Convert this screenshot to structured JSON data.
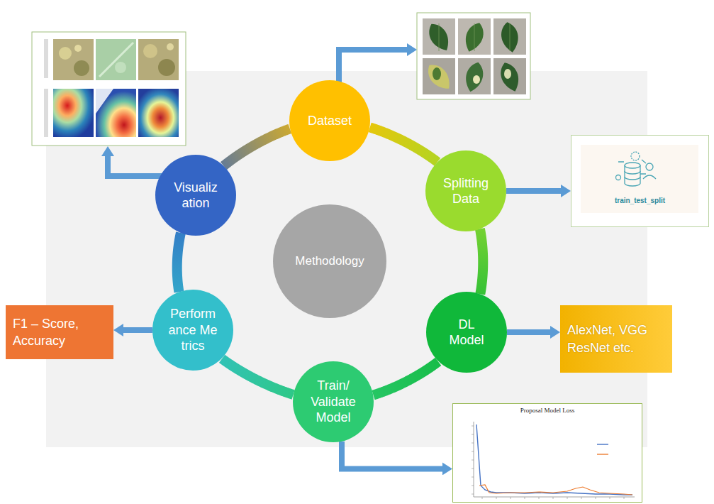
{
  "diagram": {
    "nodes": [
      {
        "text": [
          "Dataset"
        ]
      },
      {
        "text": [
          "Splitting Data"
        ]
      },
      {
        "text": [
          "DL Model"
        ]
      },
      {
        "text": [
          "Train/ Validate Model"
        ]
      },
      {
        "text": [
          "Performance Metrics"
        ]
      },
      {
        "text": [
          "Visualization"
        ]
      },
      {
        "text": [
          "Methodology"
        ]
      },
      {
        "text": [
          "train_test_split"
        ]
      },
      {
        "text": [
          "AlexNet, VGG ResNet etc."
        ]
      },
      {
        "text": [
          "F1 – Score, Accuracy"
        ]
      },
      {
        "text": [
          "Proposal Model Loss"
        ]
      }
    ],
    "edges": [
      {
        "from": 0,
        "to": 1,
        "arrow": "none"
      },
      {
        "from": 1,
        "to": 2,
        "arrow": "none"
      },
      {
        "from": 2,
        "to": 3,
        "arrow": "none"
      },
      {
        "from": 3,
        "to": 4,
        "arrow": "none"
      },
      {
        "from": 4,
        "to": 5,
        "arrow": "none"
      },
      {
        "from": 5,
        "to": 0,
        "arrow": "none"
      },
      {
        "from": 1,
        "to": 7,
        "arrow": "to"
      },
      {
        "from": 2,
        "to": 8,
        "arrow": "to"
      },
      {
        "from": 3,
        "to": 10,
        "arrow": "to"
      },
      {
        "from": 4,
        "to": 9,
        "arrow": "to"
      }
    ]
  }
}
